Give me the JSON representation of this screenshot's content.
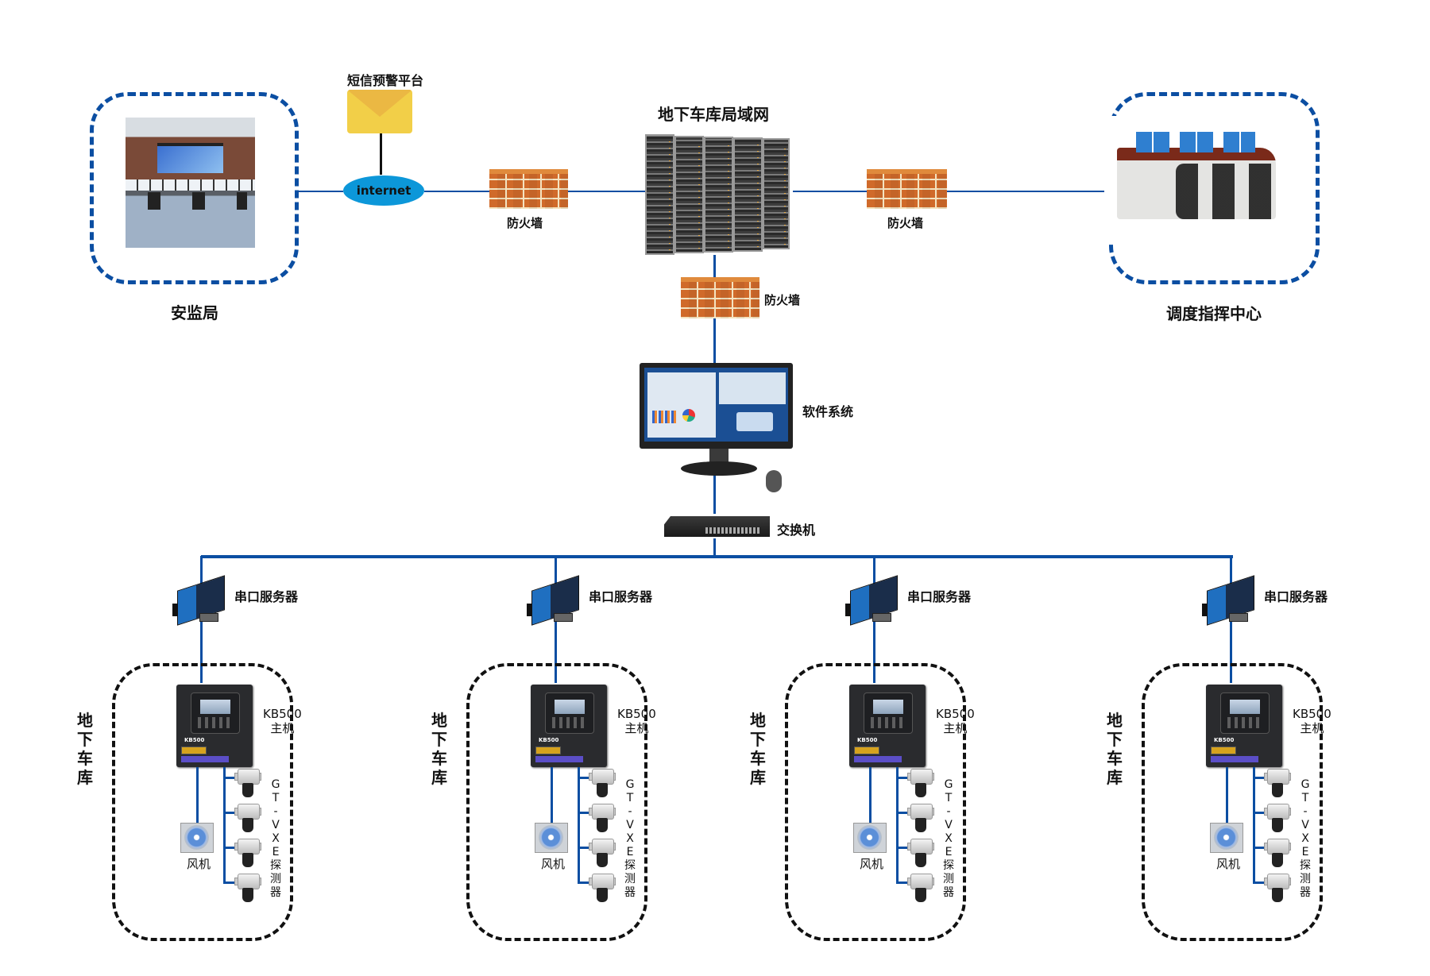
{
  "diagram": {
    "title": "地下车库局域网",
    "top_nodes": {
      "safety_bureau": {
        "label": "安监局",
        "icon": "control-room-photo"
      },
      "dispatch_center": {
        "label": "调度指挥中心",
        "icon": "console-desk-photo"
      },
      "sms_platform": {
        "label": "短信预警平台",
        "icon": "envelope-icon"
      },
      "internet": {
        "label": "internet",
        "icon": "cloud-ellipse"
      },
      "firewall_left": {
        "label": "防火墙",
        "icon": "brick-wall-icon"
      },
      "firewall_right": {
        "label": "防火墙",
        "icon": "brick-wall-icon"
      },
      "firewall_center": {
        "label": "防火墙",
        "icon": "brick-wall-icon"
      },
      "server": {
        "label": "地下车库局域网",
        "icon": "server-rack-icon"
      },
      "software": {
        "label": "软件系统",
        "icon": "monitor-icon"
      },
      "switch": {
        "label": "交换机",
        "icon": "network-switch-icon"
      }
    },
    "garages": [
      {
        "area_label": "地下车库",
        "serial_label": "串口服务器",
        "host_label_1": "KB500",
        "host_label_2": "主机",
        "host_model": "KB500",
        "fan_label": "风机",
        "detector_label": [
          "G",
          "T",
          "-",
          "V",
          "X",
          "E",
          "探",
          "测",
          "器"
        ],
        "detector_count": 4
      },
      {
        "area_label": "地下车库",
        "serial_label": "串口服务器",
        "host_label_1": "KB500",
        "host_label_2": "主机",
        "host_model": "KB500",
        "fan_label": "风机",
        "detector_label": [
          "G",
          "T",
          "-",
          "V",
          "X",
          "E",
          "探",
          "测",
          "器"
        ],
        "detector_count": 4
      },
      {
        "area_label": "地下车库",
        "serial_label": "串口服务器",
        "host_label_1": "KB500",
        "host_label_2": "主机",
        "host_model": "KB500",
        "fan_label": "风机",
        "detector_label": [
          "G",
          "T",
          "-",
          "V",
          "X",
          "E",
          "探",
          "测",
          "器"
        ],
        "detector_count": 4
      },
      {
        "area_label": "地下车库",
        "serial_label": "串口服务器",
        "host_label_1": "KB500",
        "host_label_2": "主机",
        "host_model": "KB500",
        "fan_label": "风机",
        "detector_label": [
          "G",
          "T",
          "-",
          "V",
          "X",
          "E",
          "探",
          "测",
          "器"
        ],
        "detector_count": 4
      }
    ],
    "colors": {
      "link_blue": "#0b4ea2",
      "dash_blue": "#0b4ea2",
      "internet_blue": "#0c97d9",
      "envelope_yellow": "#f2cf48",
      "brick_orange": "#d06a2a"
    }
  }
}
